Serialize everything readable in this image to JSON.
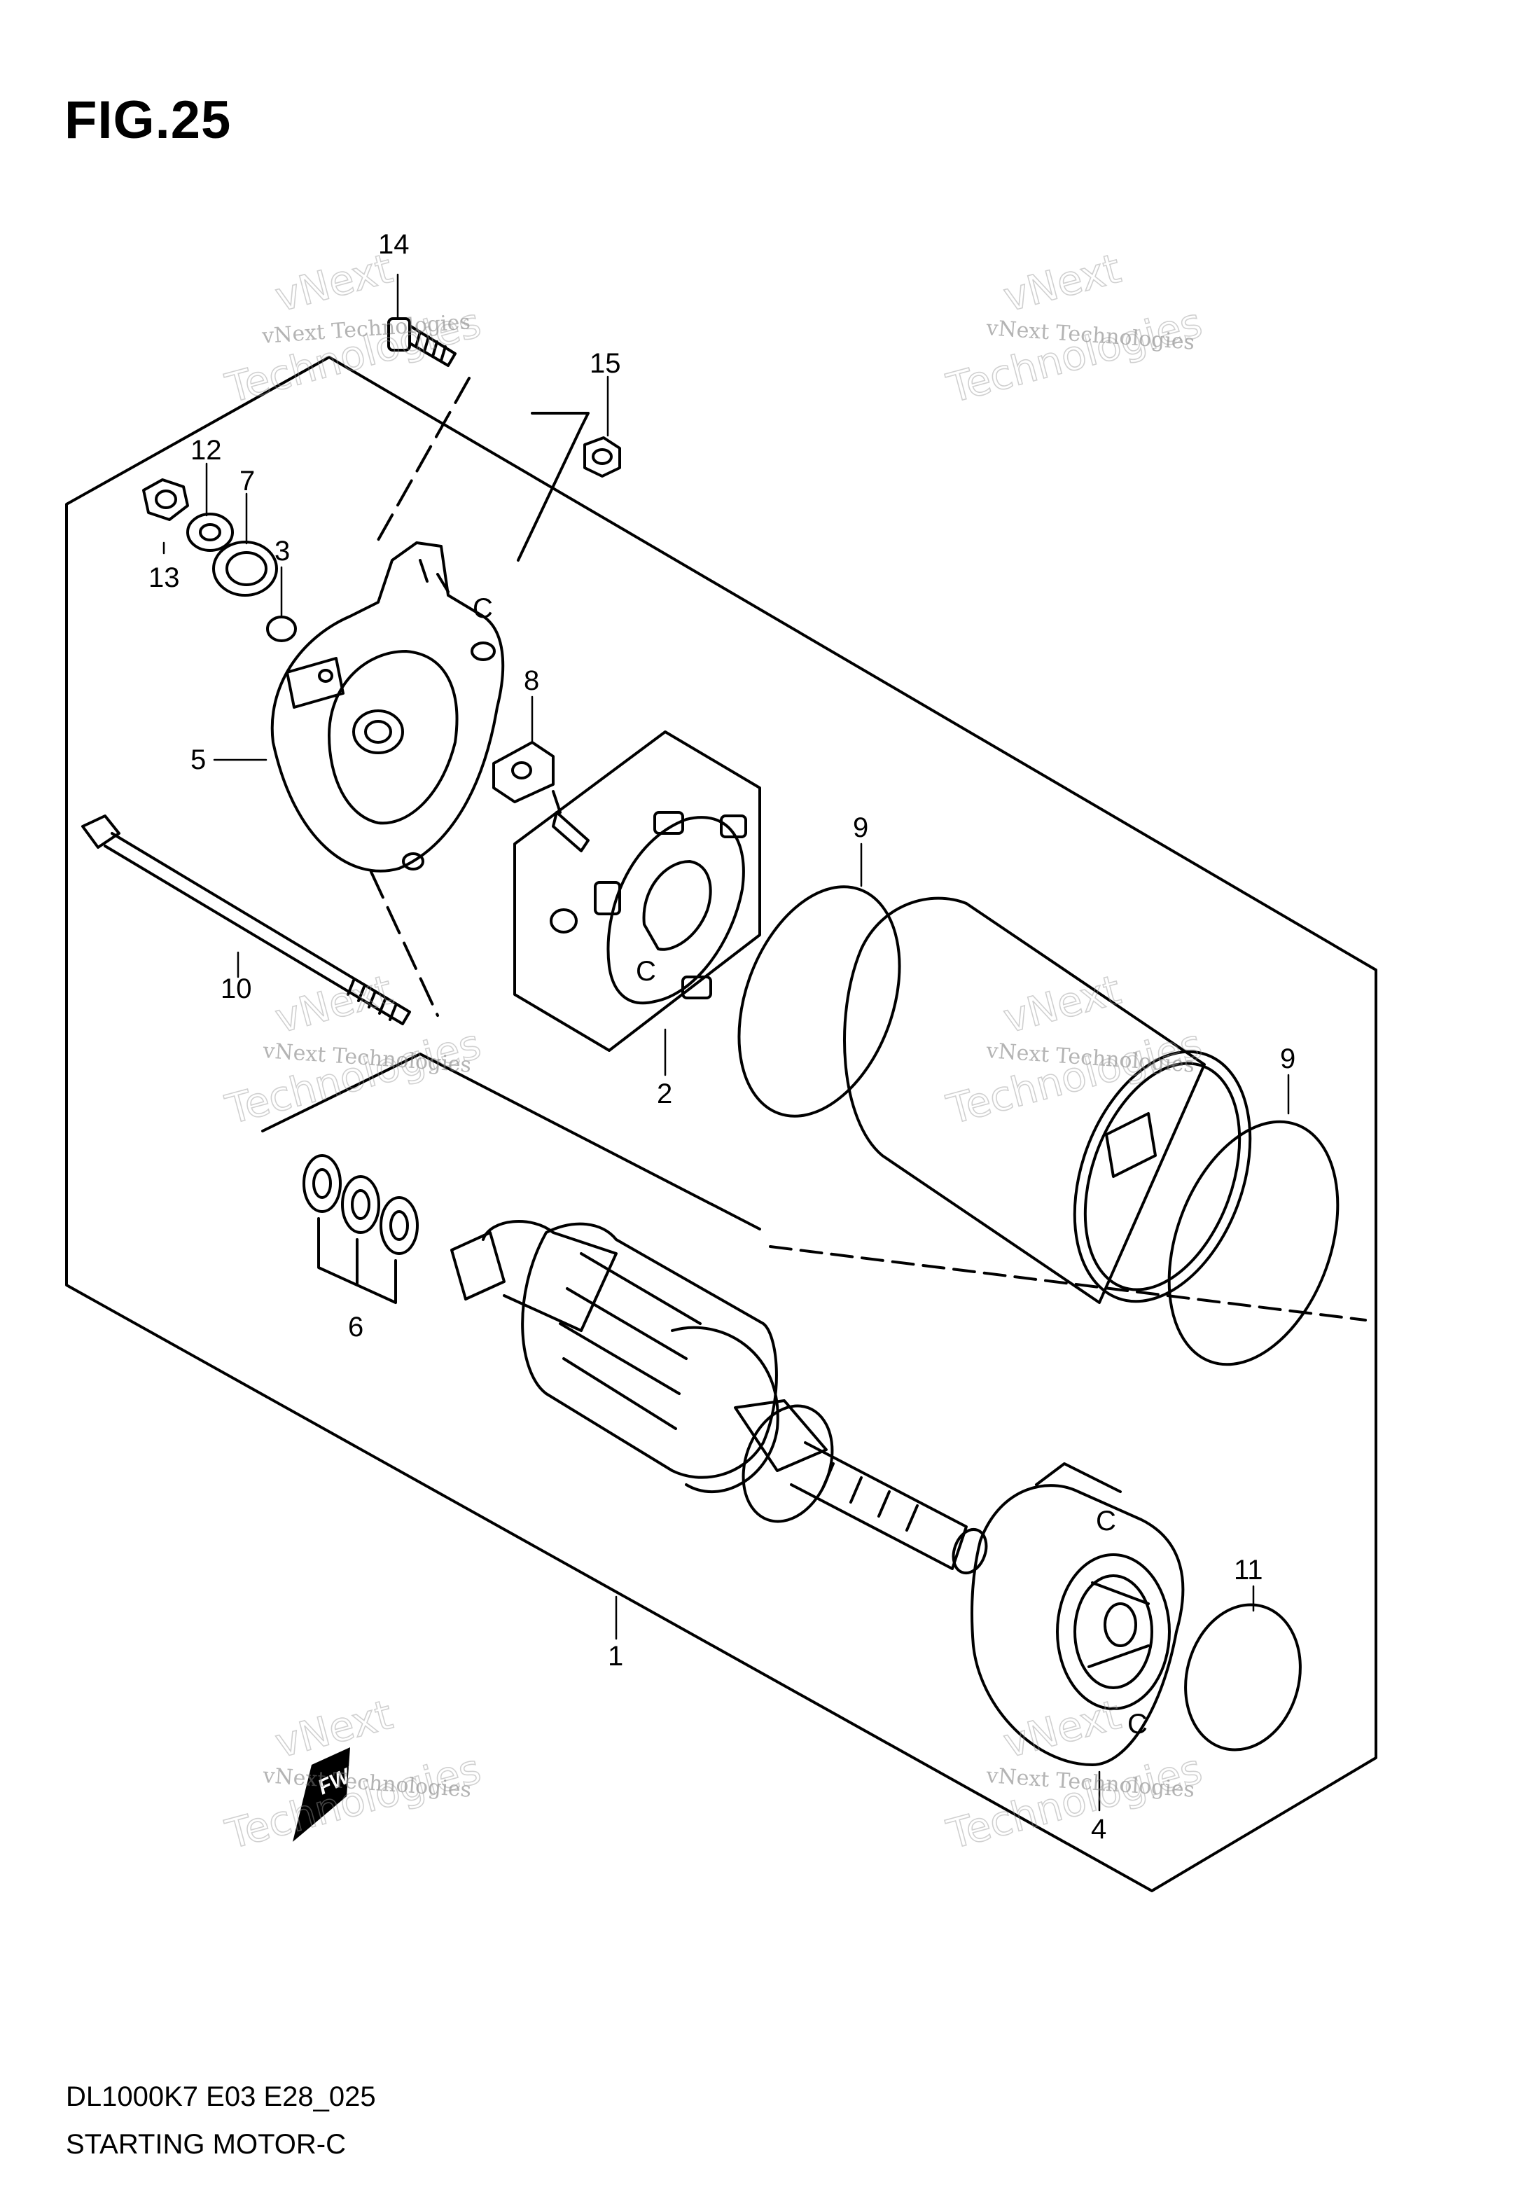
{
  "figure_title": "FIG.25",
  "model_code": "DL1000K7 E03 E28_025",
  "section_title": "STARTING MOTOR-C",
  "fwd_label": "FWD",
  "watermark": {
    "line1": "vNext Technologies",
    "big_word1": "vNext",
    "big_word2": "Technologies"
  },
  "callouts": {
    "p1": "1",
    "p2": "2",
    "p3": "3",
    "p4": "4",
    "p5": "5",
    "p6": "6",
    "p7": "7",
    "p8": "8",
    "p9a": "9",
    "p9b": "9",
    "p10": "10",
    "p11": "11",
    "p12": "12",
    "p13": "13",
    "p14": "14",
    "p15": "15"
  },
  "part_marks": {
    "c": "C"
  }
}
